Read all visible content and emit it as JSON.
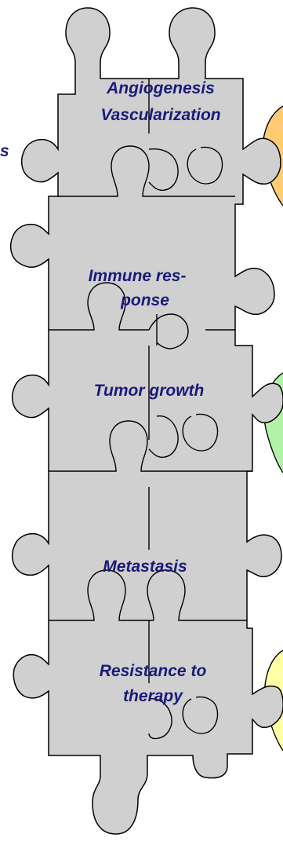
{
  "colors": {
    "puzzle_fill": "#d0d0d0",
    "outline": "#000000",
    "text": "#1a1a7a",
    "circle_orange": "#ffcc73",
    "circle_green": "#b2f2a6",
    "circle_yellow": "#ffffa6"
  },
  "left_fragment": "s",
  "labels": {
    "angiogenesis": "Angiogenesis",
    "vascularization": "Vascularization",
    "immune_1": "Immune res-",
    "immune_2": "ponse",
    "tumor_growth": "Tumor growth",
    "metastasis": "Metastasis",
    "resistance_1": "Resistance to",
    "resistance_2": "therapy"
  }
}
